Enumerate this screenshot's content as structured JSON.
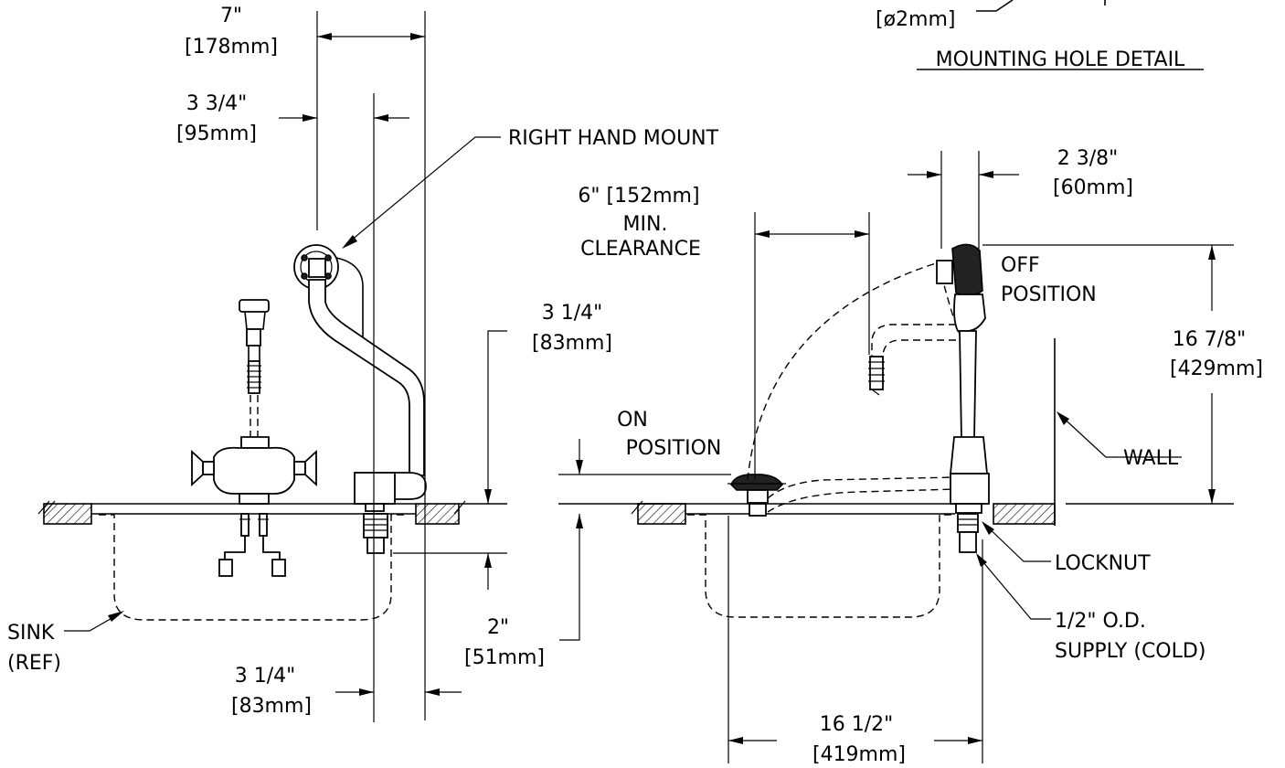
{
  "labels": {
    "mounting_hole_dia": "[ø2mm]",
    "mounting_hole_detail": "MOUNTING HOLE DETAIL",
    "right_hand_mount": "RIGHT HAND MOUNT",
    "dim_7_in": "7\"",
    "dim_7_mm": "[178mm]",
    "dim_3_3_4_in": "3 3/4\"",
    "dim_3_3_4_mm": "[95mm]",
    "dim_3_1_4_top_in": "3 1/4\"",
    "dim_3_1_4_top_mm": "[83mm]",
    "dim_2_in": "2\"",
    "dim_2_mm": "[51mm]",
    "dim_3_1_4_bottom_in": "3 1/4\"",
    "dim_3_1_4_bottom_mm": "[83mm]",
    "sink_line1": "SINK",
    "sink_line2": "(REF)",
    "clearance_line1": "6\" [152mm]",
    "clearance_line2": "MIN.",
    "clearance_line3": "CLEARANCE",
    "dim_2_3_8_in": "2 3/8\"",
    "dim_2_3_8_mm": "[60mm]",
    "off_position_line1": "OFF",
    "off_position_line2": "POSITION",
    "on_position_line1": "ON",
    "on_position_line2": "POSITION",
    "dim_16_7_8_in": "16 7/8\"",
    "dim_16_7_8_mm": "[429mm]",
    "wall": "WALL",
    "locknut": "LOCKNUT",
    "supply_line1": "1/2\" O.D.",
    "supply_line2": "SUPPLY (COLD)",
    "dim_16_1_2_in": "16 1/2\"",
    "dim_16_1_2_mm": "[419mm]"
  }
}
